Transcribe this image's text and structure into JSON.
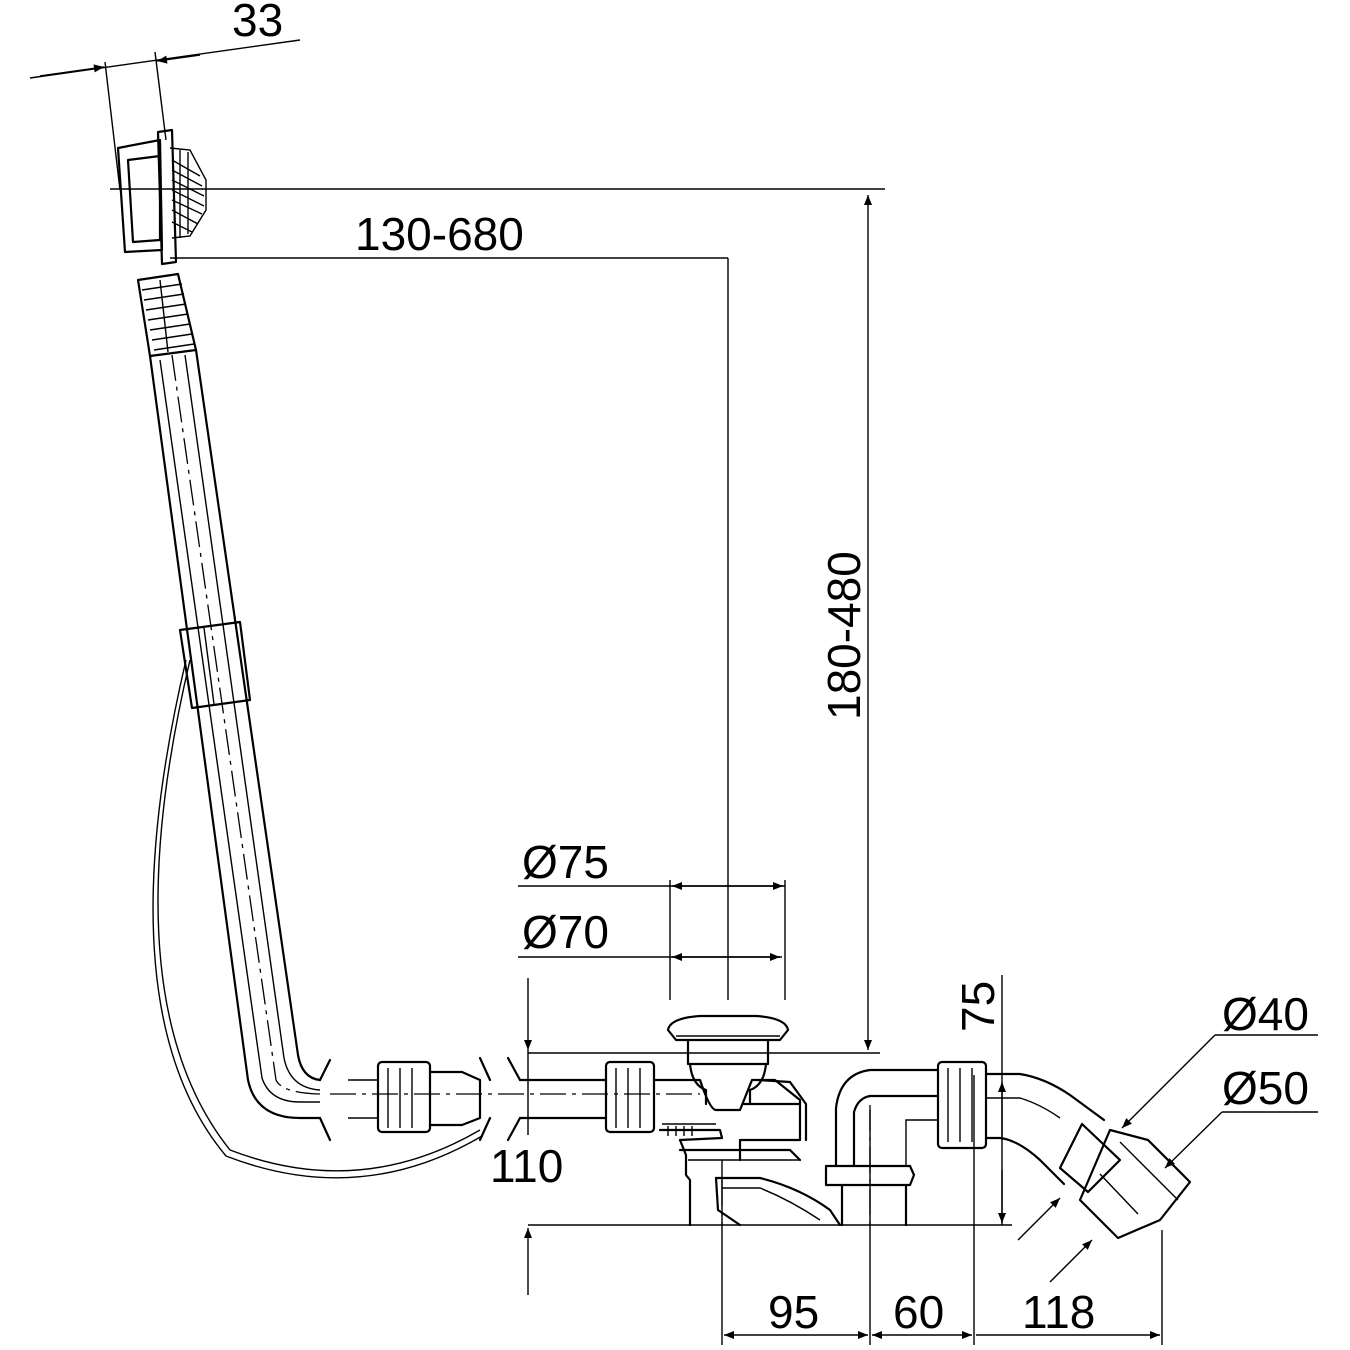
{
  "dimensions": {
    "overflow_offset": "33",
    "horizontal_range": "130-680",
    "vertical_range": "180-480",
    "plug_outer_diameter": "Ø75",
    "plug_inner_diameter": "Ø70",
    "trap_height": "75",
    "outlet_diameter_small": "Ø40",
    "outlet_diameter_large": "Ø50",
    "waste_height": "110",
    "dist_a": "95",
    "dist_b": "60",
    "dist_c": "118"
  }
}
